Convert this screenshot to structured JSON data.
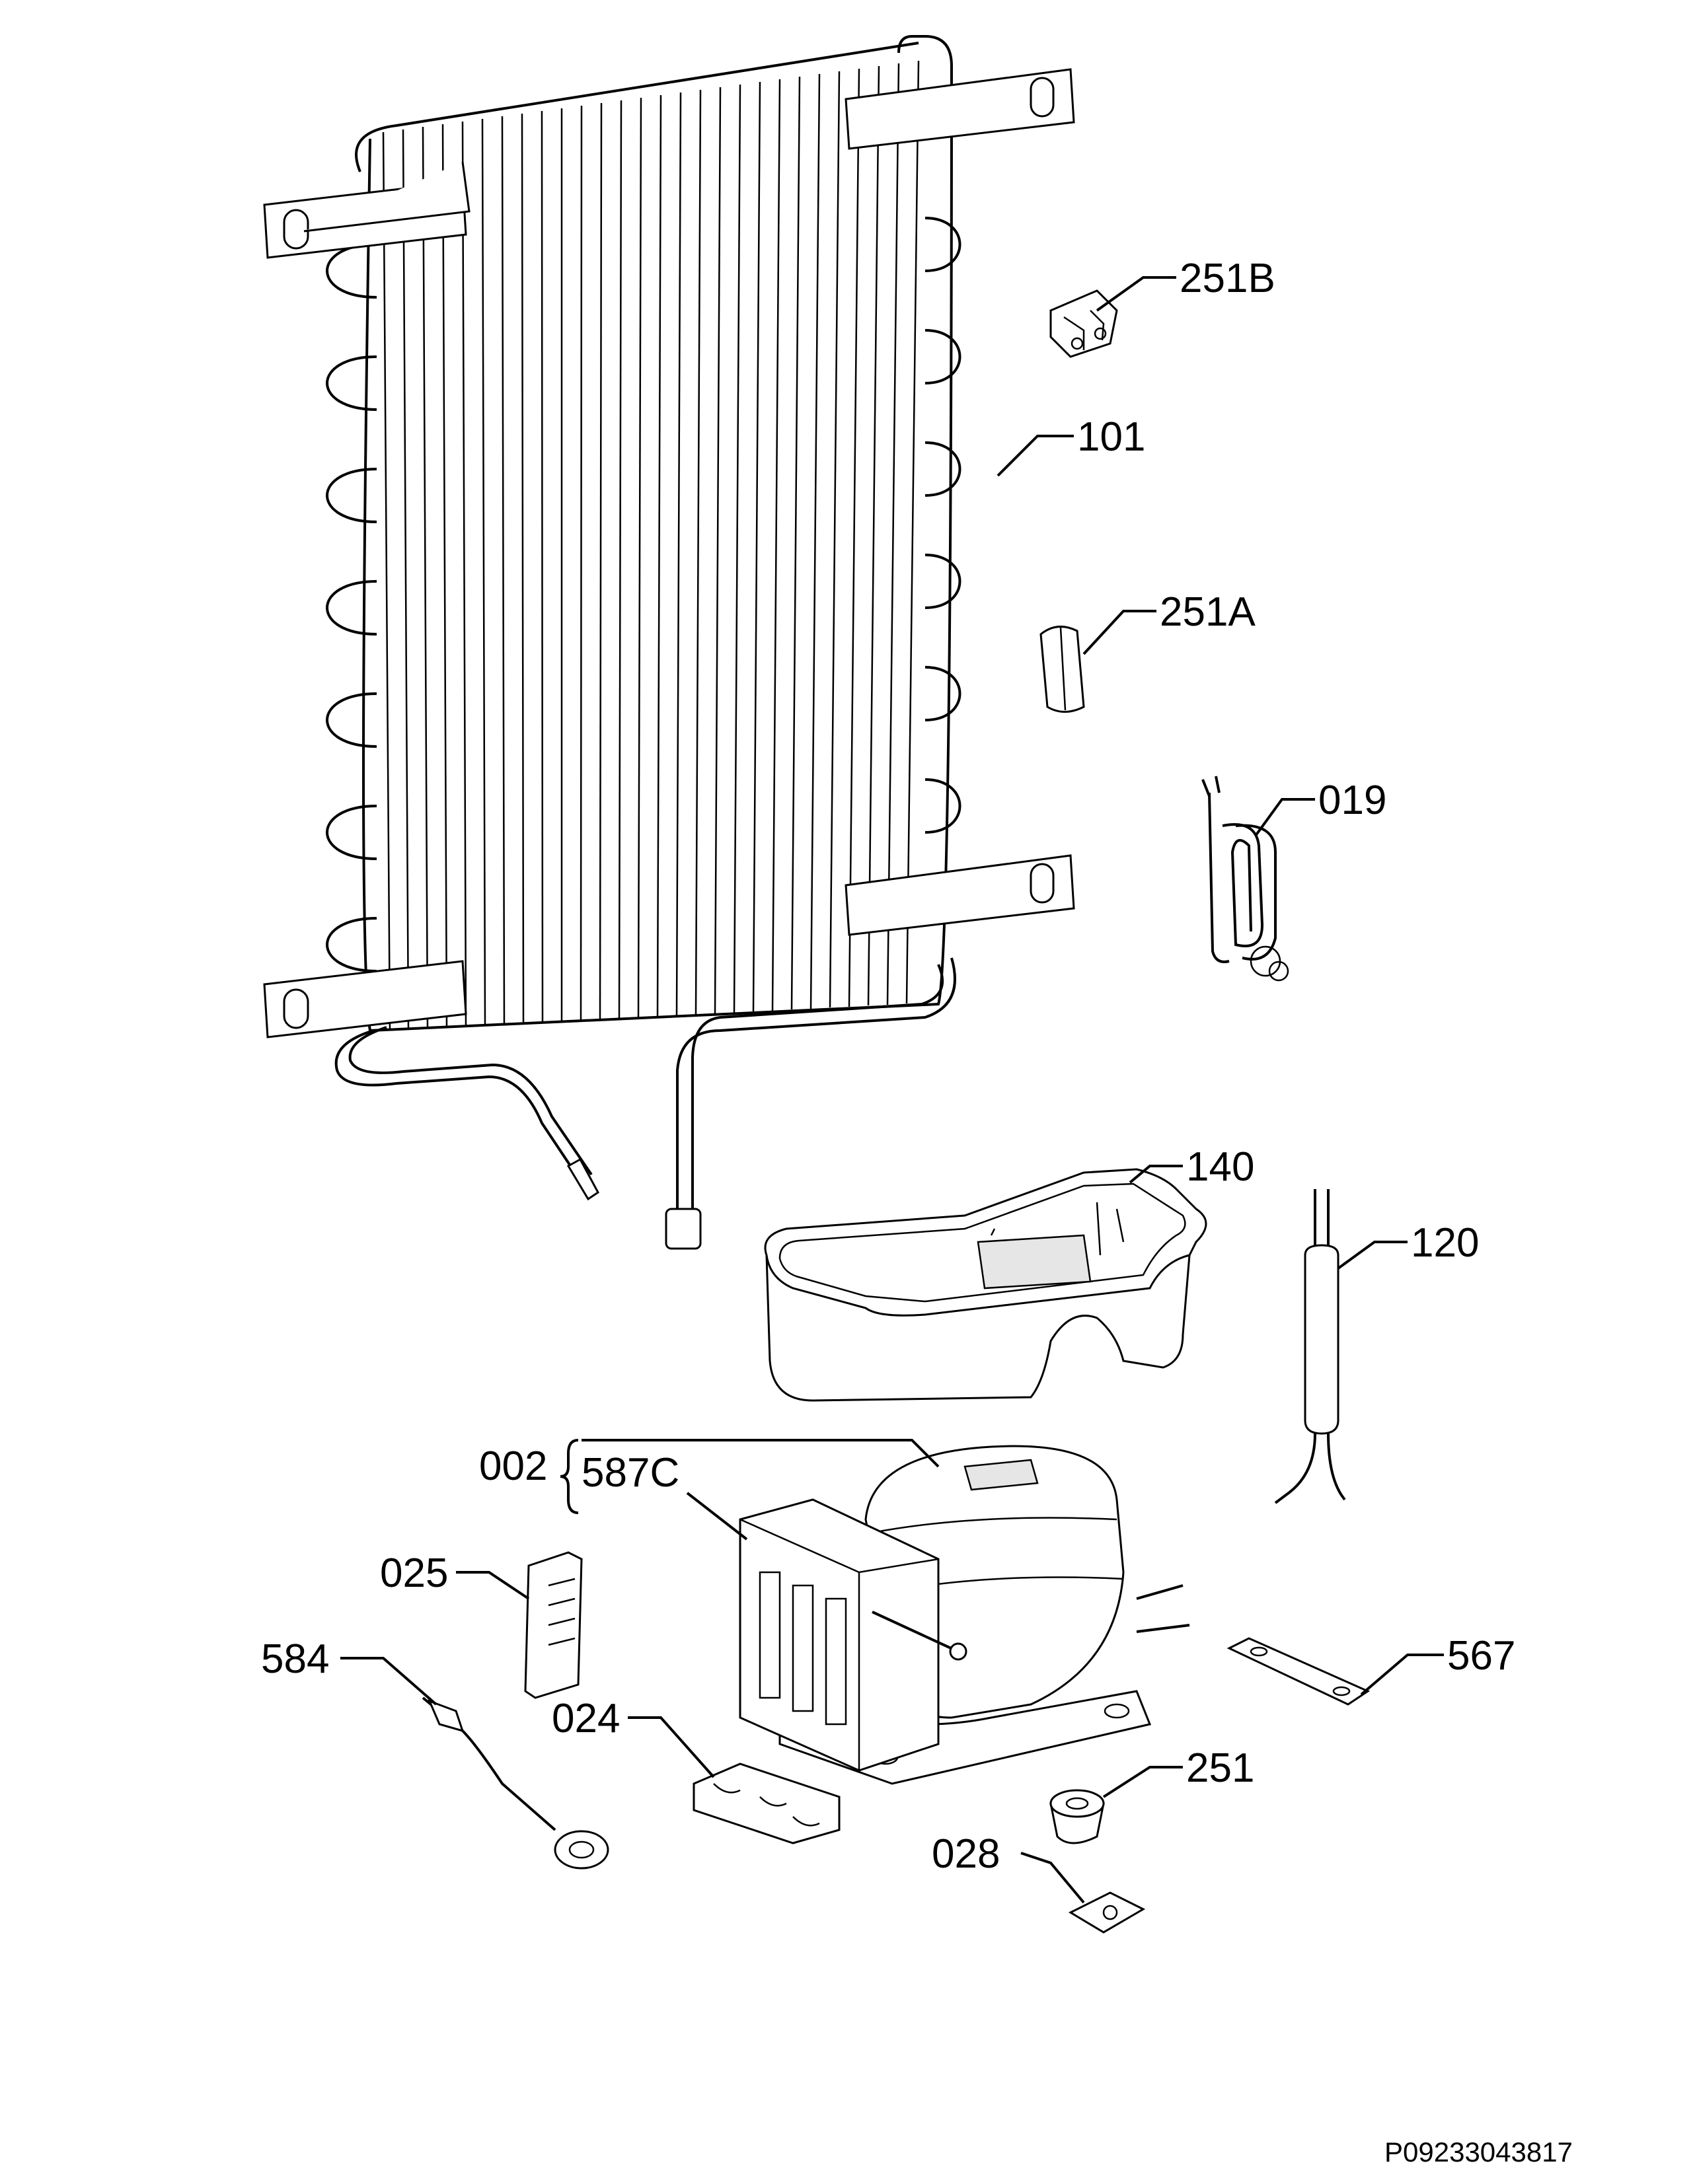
{
  "callouts": {
    "c251B": "251B",
    "c101": "101",
    "c251A": "251A",
    "c019": "019",
    "c140": "140",
    "c120": "120",
    "c002": "002",
    "c587C": "587C",
    "c025": "025",
    "c584": "584",
    "c024": "024",
    "c567": "567",
    "c251": "251",
    "c028": "028"
  },
  "document_code": "P09233043817"
}
